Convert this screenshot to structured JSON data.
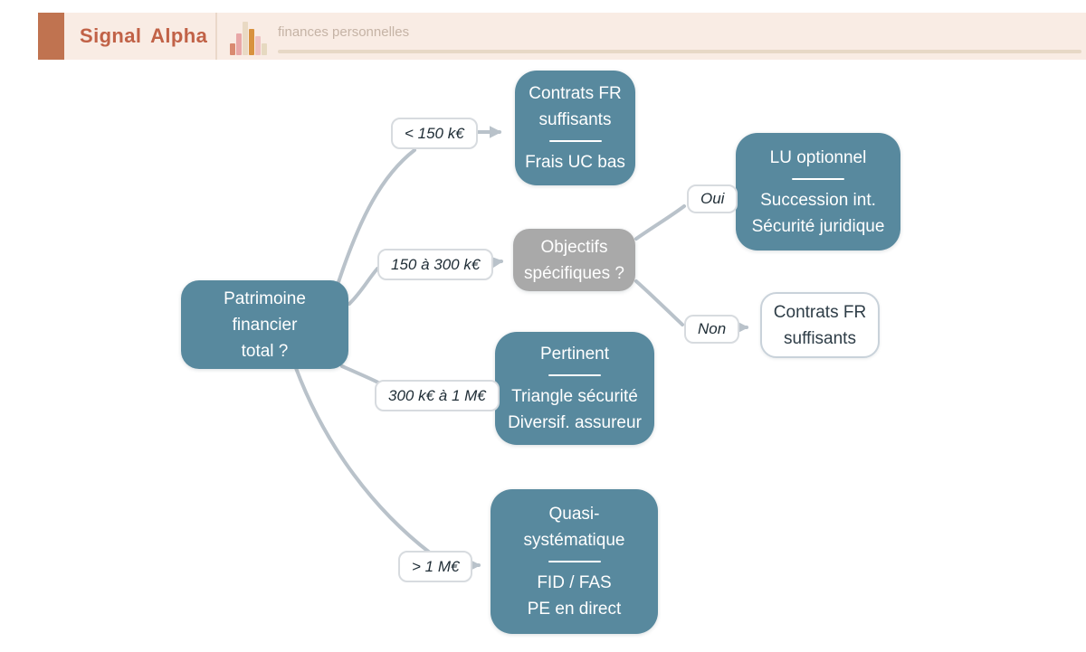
{
  "header": {
    "brand": "Signal Alpha",
    "topic": "finances personnelles"
  },
  "nodes": {
    "root": {
      "lines": [
        "Patrimoine",
        "financier",
        "total ?"
      ]
    },
    "fr_low": {
      "top": [
        "Contrats FR",
        "suffisants"
      ],
      "bottom": [
        "Frais UC bas"
      ]
    },
    "objectifs": {
      "lines": [
        "Objectifs",
        "spécifiques ?"
      ]
    },
    "lu": {
      "top": [
        "LU optionnel"
      ],
      "bottom": [
        "Succession int.",
        "Sécurité juridique"
      ]
    },
    "fr_simple": {
      "lines": [
        "Contrats FR",
        "suffisants"
      ]
    },
    "pertinent": {
      "top": [
        "Pertinent"
      ],
      "bottom": [
        "Triangle sécurité",
        "Diversif. assureur"
      ]
    },
    "quasi": {
      "top": [
        "Quasi-",
        "systématique"
      ],
      "bottom": [
        "FID / FAS",
        "PE en direct"
      ]
    }
  },
  "edges": [
    {
      "from": "root",
      "label": "< 150 k€",
      "to": "fr_low"
    },
    {
      "from": "root",
      "label": "150 à 300 k€",
      "to": "objectifs"
    },
    {
      "from": "root",
      "label": "300 k€ à 1 M€",
      "to": "pertinent"
    },
    {
      "from": "root",
      "label": "> 1 M€",
      "to": "quasi"
    },
    {
      "from": "objectifs",
      "label": "Oui",
      "to": "lu"
    },
    {
      "from": "objectifs",
      "label": "Non",
      "to": "fr_simple"
    }
  ],
  "colors": {
    "node_teal": "#58899e",
    "node_gray": "#a9a9a9",
    "node_text": "#ffffff",
    "outline_node_border": "#c9d2da",
    "outline_node_text": "#2e3d47",
    "edge": "#b9c2ca",
    "label_border": "#d7dbdf",
    "label_text": "#1f2d36",
    "header_bg": "#f9ece4",
    "brand": "#c16247",
    "accent_square": "#c07350",
    "header_divider": "#ead8ca",
    "topic_text": "#c5b3a5",
    "topic_line": "#e7d8c6"
  }
}
